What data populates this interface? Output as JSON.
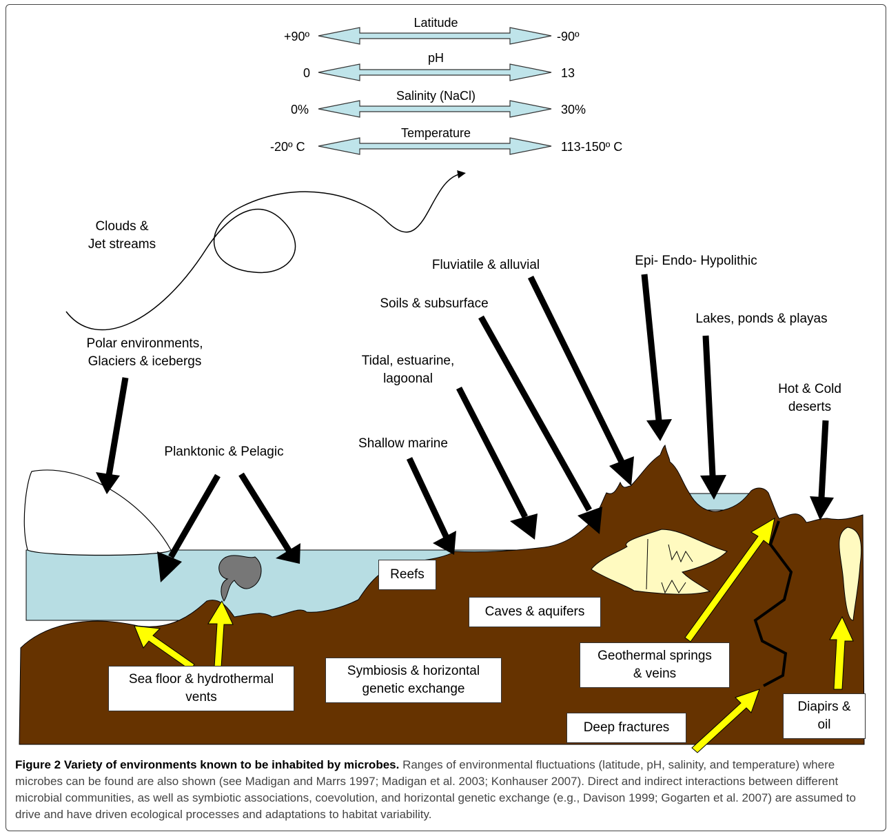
{
  "scales": [
    {
      "name": "Latitude",
      "min": "+90º",
      "max": "-90º"
    },
    {
      "name": "pH",
      "min": "0",
      "max": "13"
    },
    {
      "name": "Salinity (NaCl)",
      "min": "0%",
      "max": "30%"
    },
    {
      "name": "Temperature",
      "min": "-20º C",
      "max": "113-150º C"
    }
  ],
  "labels": {
    "clouds": "Clouds &\nJet streams",
    "polar": "Polar environments,\nGlaciers & icebergs",
    "planktonic": "Planktonic & Pelagic",
    "shallow_marine": "Shallow marine",
    "tidal": "Tidal, estuarine,\nlagoonal",
    "soils": "Soils & subsurface",
    "fluviatile": "Fluviatile & alluvial",
    "lithic": "Epi- Endo- Hypolithic",
    "lakes": "Lakes, ponds & playas",
    "deserts": "Hot & Cold\ndeserts"
  },
  "boxes": {
    "reefs": "Reefs",
    "caves": "Caves & aquifers",
    "sea_floor": "Sea floor & hydrothermal\nvents",
    "symbiosis": "Symbiosis & horizontal\ngenetic exchange",
    "geothermal": "Geothermal springs\n& veins",
    "deep_fractures": "Deep fractures",
    "diapirs": "Diapirs &\noil"
  },
  "caption": {
    "title": "Figure 2 Variety of environments known to be inhabited by microbes.",
    "body": " Ranges of environmental fluctuations (latitude, pH, salinity, and temperature) where microbes can be found are also shown (see Madigan and Marrs 1997; Madigan et al. 2003; Konhauser 2007). Direct and indirect interactions between different microbial communities, as well as symbiotic associations, coevolution, and horizontal genetic exchange (e.g., Davison 1999; Gogarten et al. 2007) are assumed to drive and have driven ecological processes and adaptations to habitat variability."
  },
  "colors": {
    "ground": "#663300",
    "water": "#b7dde3",
    "cave": "#fffac0",
    "yellow_arrow": "#ffff00",
    "black_arrow": "#000000",
    "smoke": "#777777",
    "range_arrow": "#bfe4ea"
  }
}
